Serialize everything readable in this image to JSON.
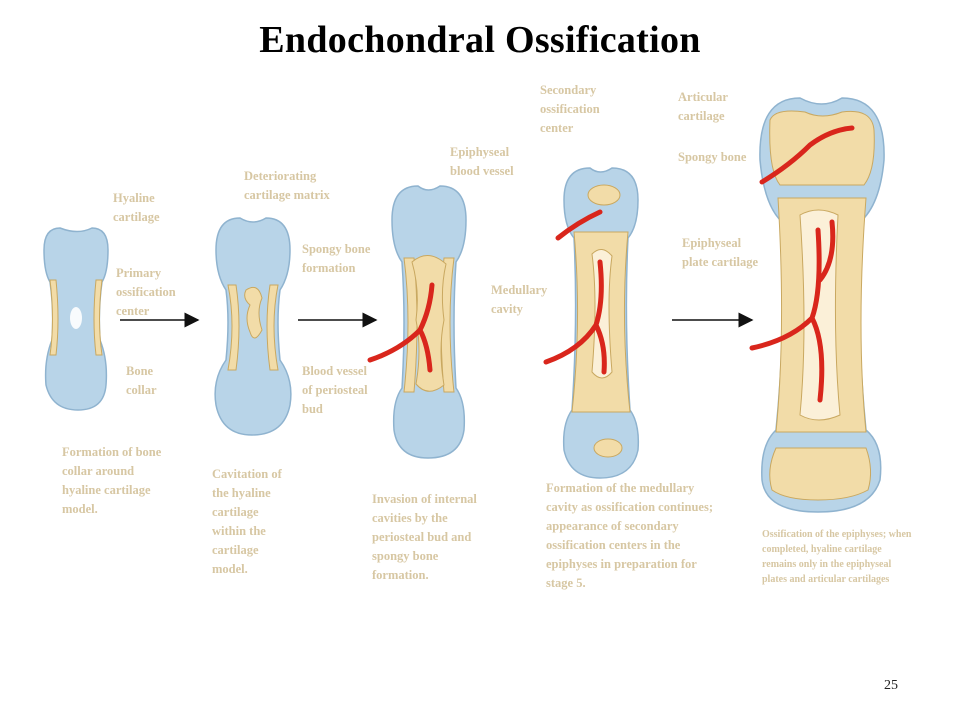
{
  "title": "Endochondral Ossification",
  "page_number": "25",
  "colors": {
    "cartilage": "#b8d4e8",
    "cartilage_edge": "#8fb3cf",
    "bone": "#f2dca8",
    "bone_edge": "#c9a860",
    "blood": "#d9261c",
    "label": "#d7c7a3"
  },
  "labels": {
    "hyaline_cartilage": "Hyaline cartilage",
    "primary_ossification_center": "Primary ossification center",
    "bone_collar": "Bone collar",
    "deteriorating_matrix": "Deteriorating cartilage matrix",
    "spongy_bone_formation": "Spongy bone formation",
    "blood_vessel_periosteal_bud": "Blood vessel of periosteal bud",
    "epiphyseal_blood_vessel": "Epiphyseal blood vessel",
    "medullary_cavity": "Medullary cavity",
    "secondary_ossification_center": "Secondary ossification center",
    "articular_cartilage": "Articular cartilage",
    "spongy_bone": "Spongy bone",
    "epiphyseal_plate_cartilage": "Epiphyseal plate cartilage"
  },
  "stages": [
    {
      "caption": "Formation of bone collar around hyaline cartilage model."
    },
    {
      "caption": "Cavitation of the hyaline cartilage within the cartilage model."
    },
    {
      "caption": "Invasion of internal cavities by the periosteal bud and spongy bone formation."
    },
    {
      "caption": "Formation of the medullary cavity as ossification continues; appearance of secondary ossification centers in the epiphyses in preparation for stage 5."
    },
    {
      "caption": "Ossification of the epiphyses; when completed, hyaline cartilage remains only in the epiphyseal plates and articular cartilages"
    }
  ]
}
